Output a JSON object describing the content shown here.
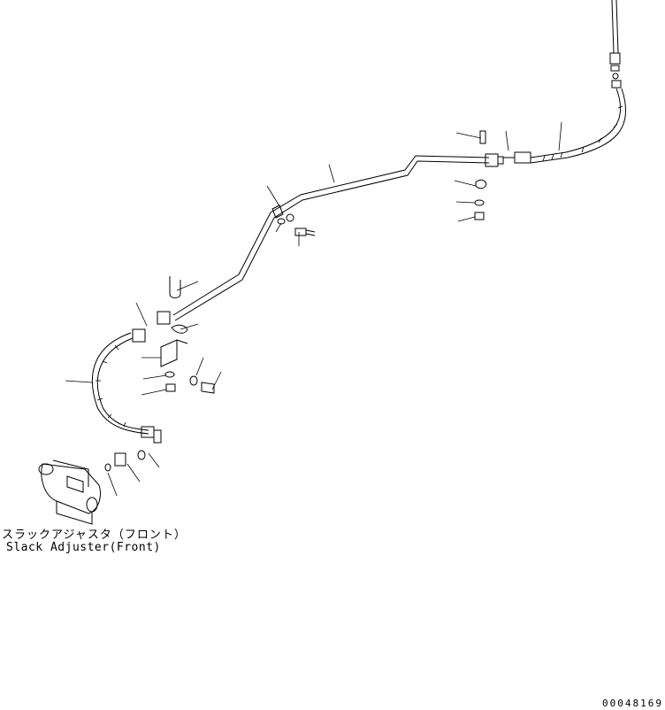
{
  "labels": {
    "component_jp": "スラックアジャスタ（フロント）",
    "component_en": "Slack Adjuster(Front)"
  },
  "doc_number": "00048169",
  "colors": {
    "line": "#000000",
    "background": "#ffffff"
  }
}
